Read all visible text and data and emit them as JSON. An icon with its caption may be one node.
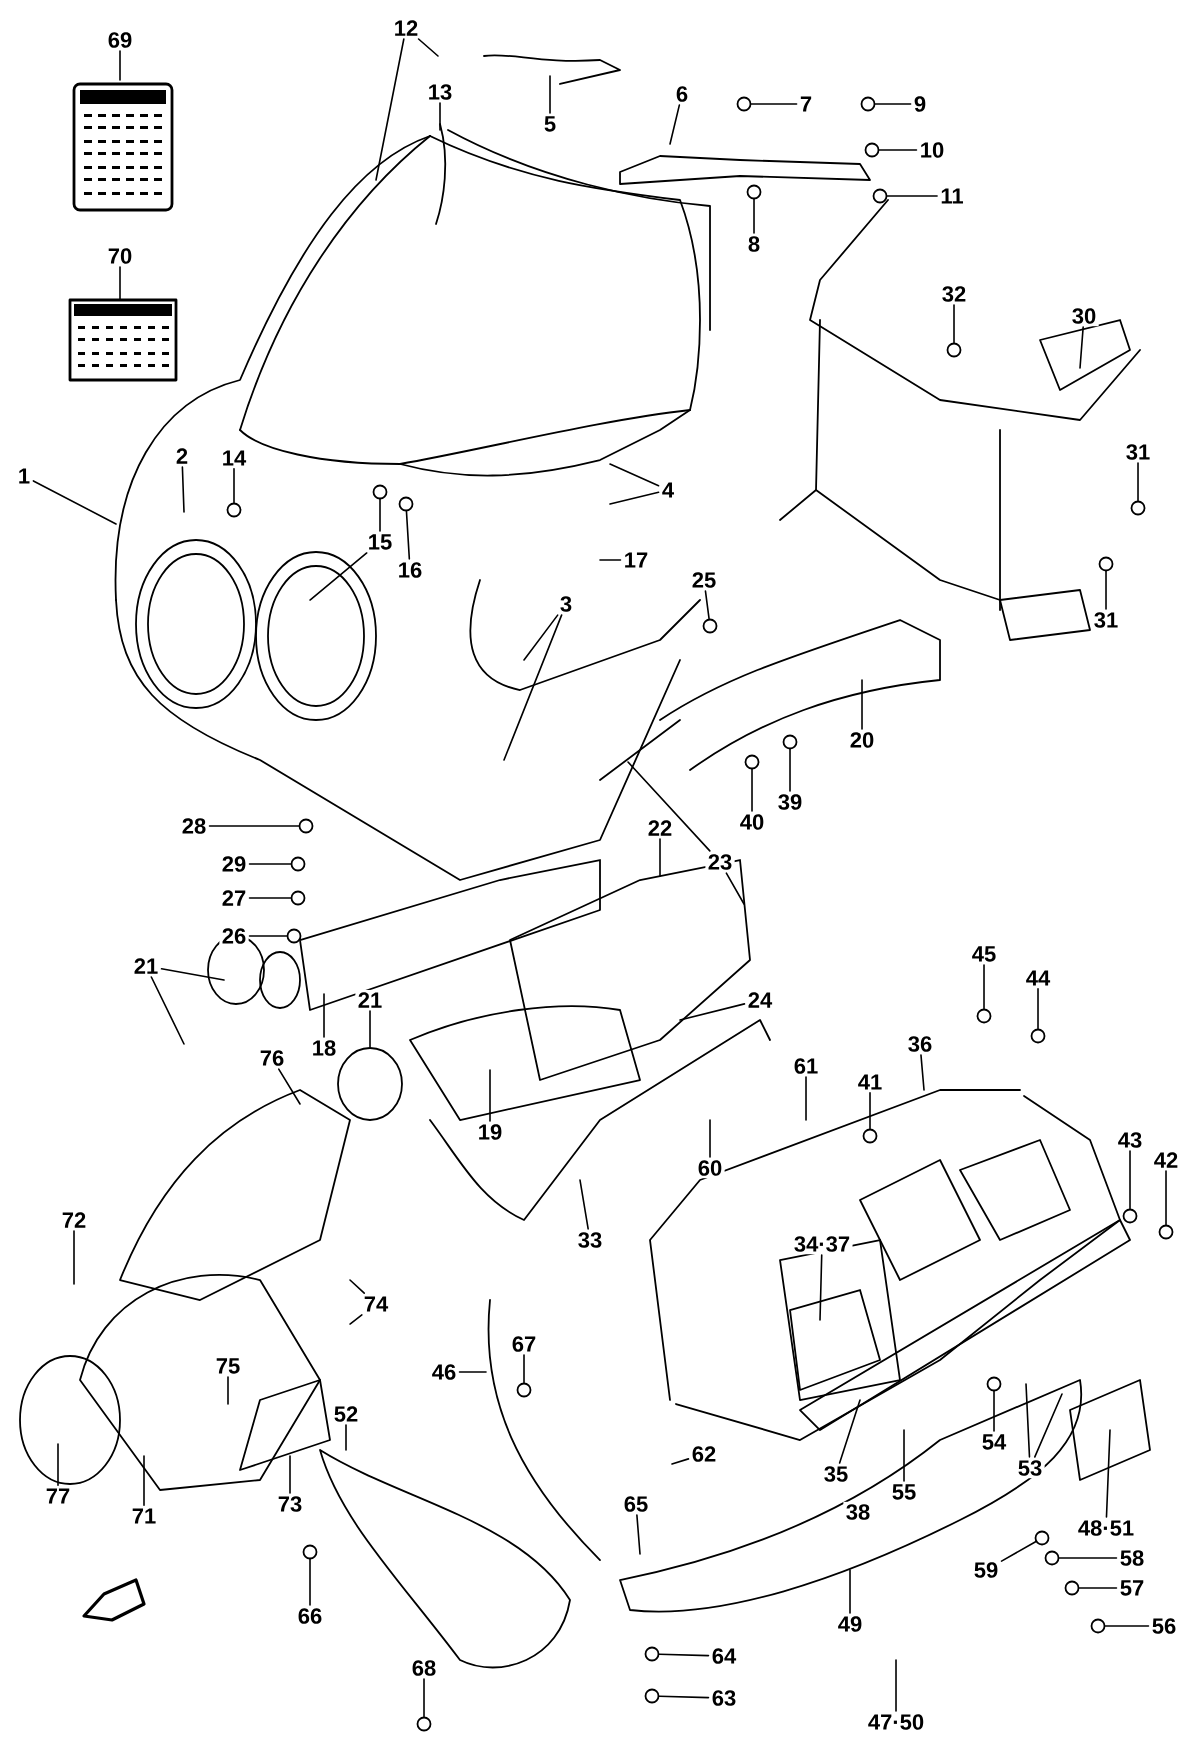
{
  "diagram": {
    "nodes": [
      {
        "text": [
          "1"
        ]
      },
      {
        "text": [
          "2"
        ]
      },
      {
        "text": [
          "3"
        ]
      },
      {
        "text": [
          "4"
        ]
      },
      {
        "text": [
          "5"
        ]
      },
      {
        "text": [
          "6"
        ]
      },
      {
        "text": [
          "7"
        ]
      },
      {
        "text": [
          "8"
        ]
      },
      {
        "text": [
          "9"
        ]
      },
      {
        "text": [
          "10"
        ]
      },
      {
        "text": [
          "11"
        ]
      },
      {
        "text": [
          "12"
        ]
      },
      {
        "text": [
          "13"
        ]
      },
      {
        "text": [
          "14"
        ]
      },
      {
        "text": [
          "15"
        ]
      },
      {
        "text": [
          "16"
        ]
      },
      {
        "text": [
          "17"
        ]
      },
      {
        "text": [
          "18"
        ]
      },
      {
        "text": [
          "19"
        ]
      },
      {
        "text": [
          "20"
        ]
      },
      {
        "text": [
          "21"
        ]
      },
      {
        "text": [
          "21"
        ]
      },
      {
        "text": [
          "22"
        ]
      },
      {
        "text": [
          "23"
        ]
      },
      {
        "text": [
          "24"
        ]
      },
      {
        "text": [
          "25"
        ]
      },
      {
        "text": [
          "26"
        ]
      },
      {
        "text": [
          "27"
        ]
      },
      {
        "text": [
          "28"
        ]
      },
      {
        "text": [
          "29"
        ]
      },
      {
        "text": [
          "30"
        ]
      },
      {
        "text": [
          "31"
        ]
      },
      {
        "text": [
          "31"
        ]
      },
      {
        "text": [
          "32"
        ]
      },
      {
        "text": [
          "33"
        ]
      },
      {
        "text": [
          "34·37"
        ]
      },
      {
        "text": [
          "35"
        ]
      },
      {
        "text": [
          "36"
        ]
      },
      {
        "text": [
          "38"
        ]
      },
      {
        "text": [
          "39"
        ]
      },
      {
        "text": [
          "40"
        ]
      },
      {
        "text": [
          "41"
        ]
      },
      {
        "text": [
          "42"
        ]
      },
      {
        "text": [
          "43"
        ]
      },
      {
        "text": [
          "44"
        ]
      },
      {
        "text": [
          "45"
        ]
      },
      {
        "text": [
          "46"
        ]
      },
      {
        "text": [
          "47·50"
        ]
      },
      {
        "text": [
          "48·51"
        ]
      },
      {
        "text": [
          "49"
        ]
      },
      {
        "text": [
          "52"
        ]
      },
      {
        "text": [
          "53"
        ]
      },
      {
        "text": [
          "54"
        ]
      },
      {
        "text": [
          "55"
        ]
      },
      {
        "text": [
          "56"
        ]
      },
      {
        "text": [
          "57"
        ]
      },
      {
        "text": [
          "58"
        ]
      },
      {
        "text": [
          "59"
        ]
      },
      {
        "text": [
          "60"
        ]
      },
      {
        "text": [
          "61"
        ]
      },
      {
        "text": [
          "62"
        ]
      },
      {
        "text": [
          "63"
        ]
      },
      {
        "text": [
          "64"
        ]
      },
      {
        "text": [
          "65"
        ]
      },
      {
        "text": [
          "66"
        ]
      },
      {
        "text": [
          "67"
        ]
      },
      {
        "text": [
          "68"
        ]
      },
      {
        "text": [
          "69"
        ]
      },
      {
        "text": [
          "70"
        ]
      },
      {
        "text": [
          "71"
        ]
      },
      {
        "text": [
          "72"
        ]
      },
      {
        "text": [
          "73"
        ]
      },
      {
        "text": [
          "74"
        ]
      },
      {
        "text": [
          "75"
        ]
      },
      {
        "text": [
          "76"
        ]
      },
      {
        "text": [
          "77"
        ]
      },
      {
        "text": [],
        "shape": "circle"
      },
      {
        "text": [],
        "shape": "circle"
      },
      {
        "text": [],
        "shape": "circle"
      },
      {
        "text": [],
        "shape": "circle"
      },
      {
        "text": [],
        "shape": "circle"
      },
      {
        "text": [],
        "shape": "circle"
      },
      {
        "text": [],
        "shape": "circle"
      },
      {
        "text": [],
        "shape": "circle"
      },
      {
        "text": [],
        "shape": "circle"
      },
      {
        "text": [],
        "shape": "circle"
      },
      {
        "text": [],
        "shape": "circle"
      },
      {
        "text": [],
        "shape": "circle"
      },
      {
        "text": [],
        "shape": "circle"
      },
      {
        "text": [],
        "shape": "circle"
      },
      {
        "text": [],
        "shape": "circle"
      },
      {
        "text": [],
        "shape": "circle"
      },
      {
        "text": [],
        "shape": "circle"
      },
      {
        "text": [],
        "shape": "circle"
      },
      {
        "text": [],
        "shape": "circle"
      },
      {
        "text": [],
        "shape": "circle"
      },
      {
        "text": [],
        "shape": "circle"
      },
      {
        "text": [],
        "shape": "circle"
      },
      {
        "text": [],
        "shape": "circle"
      },
      {
        "text": [],
        "shape": "circle"
      },
      {
        "text": [],
        "shape": "circle"
      },
      {
        "text": [],
        "shape": "circle"
      },
      {
        "text": [],
        "shape": "circle"
      },
      {
        "text": [],
        "shape": "circle"
      },
      {
        "text": [],
        "shape": "circle"
      },
      {
        "text": [],
        "shape": "circle"
      },
      {
        "text": [],
        "shape": "circle"
      },
      {
        "text": [],
        "shape": "circle"
      },
      {
        "text": [],
        "shape": "cylinder"
      },
      {
        "text": [],
        "shape": "circle"
      }
    ],
    "edges": [
      {
        "from": 0,
        "to": null,
        "arrow": "none"
      },
      {
        "from": 1,
        "to": null,
        "arrow": "none"
      },
      {
        "from": 2,
        "to": null,
        "arrow": "none"
      },
      {
        "from": 2,
        "to": null,
        "arrow": "none"
      },
      {
        "from": 3,
        "to": null,
        "arrow": "none"
      },
      {
        "from": 3,
        "to": null,
        "arrow": "none"
      },
      {
        "from": 4,
        "to": null,
        "arrow": "none"
      },
      {
        "from": 5,
        "to": null,
        "arrow": "none"
      },
      {
        "from": 6,
        "to": 76,
        "arrow": "none"
      },
      {
        "from": 7,
        "to": 80,
        "arrow": "none"
      },
      {
        "from": 8,
        "to": 77,
        "arrow": "none"
      },
      {
        "from": 9,
        "to": 78,
        "arrow": "none"
      },
      {
        "from": 10,
        "to": 79,
        "arrow": "none"
      },
      {
        "from": 11,
        "to": null,
        "arrow": "none"
      },
      {
        "from": 11,
        "to": null,
        "arrow": "none"
      },
      {
        "from": 12,
        "to": null,
        "arrow": "none"
      },
      {
        "from": 13,
        "to": 83,
        "arrow": "none"
      },
      {
        "from": 14,
        "to": 81,
        "arrow": "none"
      },
      {
        "from": 14,
        "to": null,
        "arrow": "none"
      },
      {
        "from": 15,
        "to": 82,
        "arrow": "none"
      },
      {
        "from": 16,
        "to": null,
        "arrow": "none"
      },
      {
        "from": 17,
        "to": null,
        "arrow": "none"
      },
      {
        "from": 18,
        "to": null,
        "arrow": "none"
      },
      {
        "from": 19,
        "to": null,
        "arrow": "none"
      },
      {
        "from": 20,
        "to": null,
        "arrow": "none"
      },
      {
        "from": 20,
        "to": null,
        "arrow": "none"
      },
      {
        "from": 21,
        "to": 108,
        "arrow": "none"
      },
      {
        "from": 22,
        "to": null,
        "arrow": "none"
      },
      {
        "from": 23,
        "to": null,
        "arrow": "none"
      },
      {
        "from": 23,
        "to": null,
        "arrow": "none"
      },
      {
        "from": 24,
        "to": null,
        "arrow": "none"
      },
      {
        "from": 25,
        "to": 84,
        "arrow": "none"
      },
      {
        "from": 26,
        "to": 88,
        "arrow": "none"
      },
      {
        "from": 27,
        "to": 87,
        "arrow": "none"
      },
      {
        "from": 28,
        "to": 85,
        "arrow": "none"
      },
      {
        "from": 29,
        "to": 86,
        "arrow": "none"
      },
      {
        "from": 30,
        "to": null,
        "arrow": "none"
      },
      {
        "from": 31,
        "to": 107,
        "arrow": "none"
      },
      {
        "from": 32,
        "to": 106,
        "arrow": "none"
      },
      {
        "from": 33,
        "to": 91,
        "arrow": "none"
      },
      {
        "from": 34,
        "to": null,
        "arrow": "none"
      },
      {
        "from": 35,
        "to": null,
        "arrow": "none"
      },
      {
        "from": 36,
        "to": null,
        "arrow": "none"
      },
      {
        "from": 37,
        "to": null,
        "arrow": "none"
      },
      {
        "from": 39,
        "to": 90,
        "arrow": "none"
      },
      {
        "from": 40,
        "to": 89,
        "arrow": "none"
      },
      {
        "from": 41,
        "to": 96,
        "arrow": "none"
      },
      {
        "from": 42,
        "to": 93,
        "arrow": "none"
      },
      {
        "from": 43,
        "to": 92,
        "arrow": "none"
      },
      {
        "from": 44,
        "to": 95,
        "arrow": "none"
      },
      {
        "from": 45,
        "to": 94,
        "arrow": "none"
      },
      {
        "from": 46,
        "to": null,
        "arrow": "none"
      },
      {
        "from": 47,
        "to": null,
        "arrow": "none"
      },
      {
        "from": 48,
        "to": null,
        "arrow": "none"
      },
      {
        "from": 49,
        "to": null,
        "arrow": "none"
      },
      {
        "from": 50,
        "to": null,
        "arrow": "none"
      },
      {
        "from": 51,
        "to": null,
        "arrow": "none"
      },
      {
        "from": 51,
        "to": null,
        "arrow": "none"
      },
      {
        "from": 52,
        "to": 97,
        "arrow": "none"
      },
      {
        "from": 53,
        "to": null,
        "arrow": "none"
      },
      {
        "from": 54,
        "to": 109,
        "arrow": "none"
      },
      {
        "from": 55,
        "to": 100,
        "arrow": "none"
      },
      {
        "from": 56,
        "to": 99,
        "arrow": "none"
      },
      {
        "from": 57,
        "to": 98,
        "arrow": "none"
      },
      {
        "from": 58,
        "to": null,
        "arrow": "none"
      },
      {
        "from": 59,
        "to": null,
        "arrow": "none"
      },
      {
        "from": 60,
        "to": null,
        "arrow": "none"
      },
      {
        "from": 61,
        "to": 102,
        "arrow": "none"
      },
      {
        "from": 62,
        "to": 101,
        "arrow": "none"
      },
      {
        "from": 63,
        "to": null,
        "arrow": "none"
      },
      {
        "from": 64,
        "to": 105,
        "arrow": "none"
      },
      {
        "from": 65,
        "to": 103,
        "arrow": "none"
      },
      {
        "from": 66,
        "to": 104,
        "arrow": "none"
      },
      {
        "from": 67,
        "to": null,
        "arrow": "none"
      },
      {
        "from": 68,
        "to": null,
        "arrow": "none"
      },
      {
        "from": 69,
        "to": null,
        "arrow": "none"
      },
      {
        "from": 70,
        "to": null,
        "arrow": "none"
      },
      {
        "from": 71,
        "to": null,
        "arrow": "none"
      },
      {
        "from": 72,
        "to": null,
        "arrow": "none"
      },
      {
        "from": 72,
        "to": null,
        "arrow": "none"
      },
      {
        "from": 73,
        "to": null,
        "arrow": "none"
      },
      {
        "from": 74,
        "to": null,
        "arrow": "none"
      },
      {
        "from": 75,
        "to": null,
        "arrow": "none"
      }
    ]
  }
}
